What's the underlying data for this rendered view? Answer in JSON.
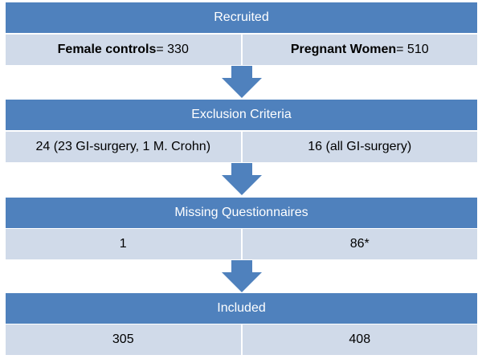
{
  "colors": {
    "header_bg": "#4f81bd",
    "header_text": "#ffffff",
    "cell_bg": "#d0dae9",
    "arrow": "#4f81bd"
  },
  "stages": [
    {
      "header": "Recruited",
      "left": {
        "bold": "Female controls",
        "rest": " = 330"
      },
      "right": {
        "bold": "Pregnant Women",
        "rest": " = 510"
      }
    },
    {
      "header": "Exclusion Criteria",
      "left": {
        "bold": "",
        "rest": "24 (23 GI-surgery, 1 M. Crohn)"
      },
      "right": {
        "bold": "",
        "rest": "16 (all GI-surgery)"
      }
    },
    {
      "header": "Missing Questionnaires",
      "left": {
        "bold": "",
        "rest": "1"
      },
      "right": {
        "bold": "",
        "rest": "86*"
      }
    },
    {
      "header": "Included",
      "left": {
        "bold": "",
        "rest": "305"
      },
      "right": {
        "bold": "",
        "rest": "408"
      }
    }
  ]
}
